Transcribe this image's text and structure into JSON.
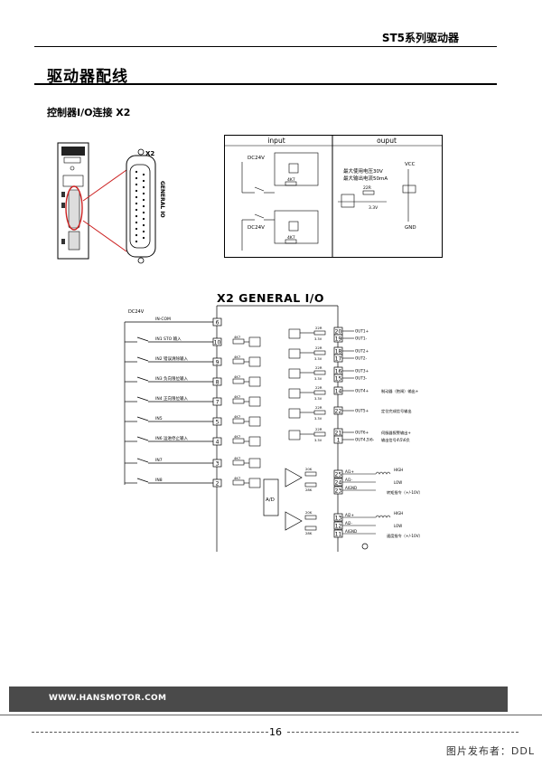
{
  "header": {
    "title": "ST5系列驱动器"
  },
  "section": {
    "title": "驱动器配线",
    "subtitle": "控制器I/O连接 X2"
  },
  "connector": {
    "label": "X2",
    "side_label": "GENERAL IO"
  },
  "io_box": {
    "input_title": "input",
    "output_title": "ouput",
    "dc24v_1": "DC24V",
    "dc24v_2": "DC24V",
    "max_voltage": "最大使用电压30V",
    "max_current": "最大输出电流50mA",
    "vcc": "VCC",
    "gnd": "GND",
    "res_4k7": "4K7",
    "res_22r": "22R",
    "v33": "3.3V"
  },
  "schematic": {
    "title": "X2 GENERAL I/O",
    "dc24v": "DC24V",
    "in_com": "IN-COM",
    "inputs": [
      {
        "pin": "6",
        "label": ""
      },
      {
        "pin": "10",
        "label": "IN1 STO 输入"
      },
      {
        "pin": "9",
        "label": "IN2 错误清除输入"
      },
      {
        "pin": "8",
        "label": "IN3 负向限位输入"
      },
      {
        "pin": "7",
        "label": "IN4 正向限位输入"
      },
      {
        "pin": "5",
        "label": "IN5"
      },
      {
        "pin": "4",
        "label": "IN6 运进停止输入"
      },
      {
        "pin": "3",
        "label": "IN7"
      },
      {
        "pin": "2",
        "label": "IN8"
      }
    ],
    "outputs": [
      {
        "pins": [
          "20",
          "19"
        ],
        "labels": [
          "OUT1+",
          "OUT1-"
        ],
        "desc": ""
      },
      {
        "pins": [
          "18",
          "17"
        ],
        "labels": [
          "OUT2+",
          "OUT2-"
        ],
        "desc": ""
      },
      {
        "pins": [
          "16",
          "15"
        ],
        "labels": [
          "OUT3+",
          "OUT3-"
        ],
        "desc": ""
      },
      {
        "pins": [
          "14"
        ],
        "labels": [
          "OUT4+"
        ],
        "desc": "制动器（抱闸）输出+"
      },
      {
        "pins": [
          "22"
        ],
        "labels": [
          "OUT5+"
        ],
        "desc": "定位完成信号输出"
      },
      {
        "pins": [
          "21",
          "1"
        ],
        "labels": [
          "OUT6+",
          "OUT4,5\\6-"
        ],
        "desc": "伺服器报警输出+",
        "desc2": "输出信号4\\5\\6负"
      }
    ],
    "analog": [
      {
        "pins": [
          "25",
          "24",
          "23"
        ],
        "labels": [
          "AI1+",
          "AI1-",
          "AIGND"
        ],
        "desc": "转矩指令（+/-10V）"
      },
      {
        "pins": [
          "13",
          "12",
          "11"
        ],
        "labels": [
          "AI2+",
          "AI2-",
          "AIGND"
        ],
        "desc": "速度指令（+/-10V）"
      }
    ],
    "ad": "A/D",
    "high": "HIGH",
    "low": "LOW",
    "res_20k": "20K",
    "res_28k": "28K",
    "res_4k7": "4K7",
    "res_22r": "22R",
    "v33": "3.3V"
  },
  "footer": {
    "url": "WWW.HANSMOTOR.COM",
    "page": "16",
    "credit": "图片发布者：DDL"
  }
}
